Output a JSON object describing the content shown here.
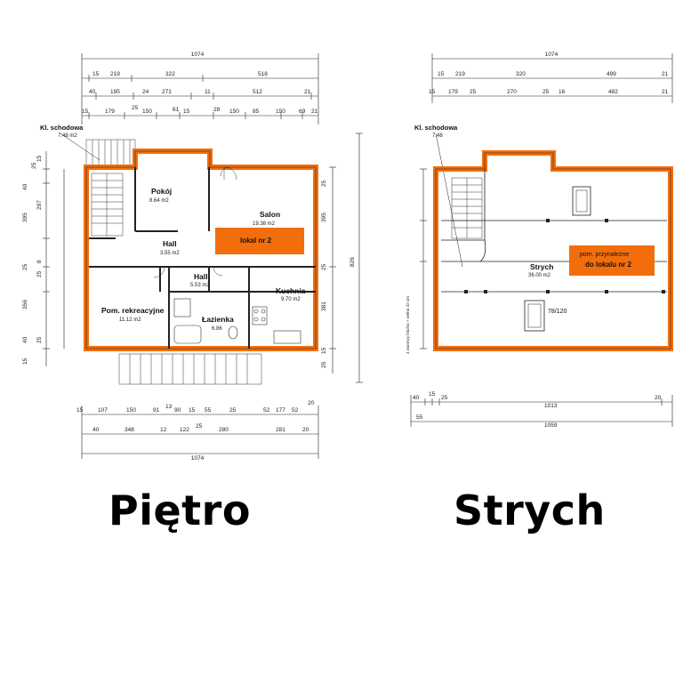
{
  "colors": {
    "wall": "#f26e0c",
    "accent": "#f26e0c",
    "line": "#222222",
    "background": "#ffffff"
  },
  "captions": {
    "floor": "Piętro",
    "attic": "Strych"
  },
  "floor_plan": {
    "stair_label": "Kl. schodowa",
    "stair_area": "7.48 m2",
    "rooms": [
      {
        "name": "Pokój",
        "area": "8.64 m2"
      },
      {
        "name": "Salon",
        "area": "19.38 m2"
      },
      {
        "name": "Hall",
        "area": "3.55 m2"
      },
      {
        "name": "Hall",
        "area": "5.53 m2"
      },
      {
        "name": "Kuchnia",
        "area": "9.70 m2"
      },
      {
        "name": "Pom. rekreacyjne",
        "area": "11.12 m2"
      },
      {
        "name": "Łazienka",
        "area": "6.86"
      }
    ],
    "unit_label": "lokal nr 2",
    "dims_top": {
      "overall": "1074",
      "row1": [
        "15",
        "219",
        "322",
        "518"
      ],
      "row2": [
        "40",
        "195",
        "24",
        "271",
        "11",
        "512",
        "21"
      ],
      "row3": [
        "15",
        "179",
        "25",
        "150",
        "61",
        "15",
        "28",
        "150",
        "85",
        "150",
        "69",
        "21"
      ]
    },
    "dims_bottom": {
      "row1": [
        "15",
        "107",
        "150",
        "91",
        "13",
        "90",
        "15",
        "55",
        "25",
        "52",
        "177",
        "52",
        "20"
      ],
      "row2": [
        "40",
        "348",
        "12",
        "122",
        "25",
        "280",
        "281",
        "20"
      ],
      "overall": "1074"
    },
    "dims_left": [
      "40",
      "25",
      "15",
      "297",
      "395",
      "25",
      "8",
      "25",
      "356",
      "40",
      "25",
      "15"
    ],
    "dims_right_inner": [
      "25",
      "395",
      "25",
      "381",
      "15",
      "25"
    ],
    "dims_right_outer": [
      "826"
    ]
  },
  "attic_plan": {
    "stair_label": "Kl. schodowa",
    "stair_area": "7.48",
    "room": {
      "name": "Strych",
      "area": "36.00 m2"
    },
    "assignment": {
      "line1": "pom. przynależne",
      "line2": "do lokalu  nr 2"
    },
    "window_label": "78/120",
    "wall_note": "4 warstwy blacha + wełna 32 cm",
    "dims_top": {
      "overall": "1074",
      "row1": [
        "15",
        "219",
        "320",
        "499",
        "21"
      ],
      "row2": [
        "15",
        "179",
        "25",
        "270",
        "25",
        "16",
        "482",
        "21"
      ]
    },
    "dims_bottom": {
      "row1": [
        "40",
        "15",
        "25",
        "1013",
        "20"
      ],
      "row2": [
        "55",
        "1059"
      ]
    }
  }
}
